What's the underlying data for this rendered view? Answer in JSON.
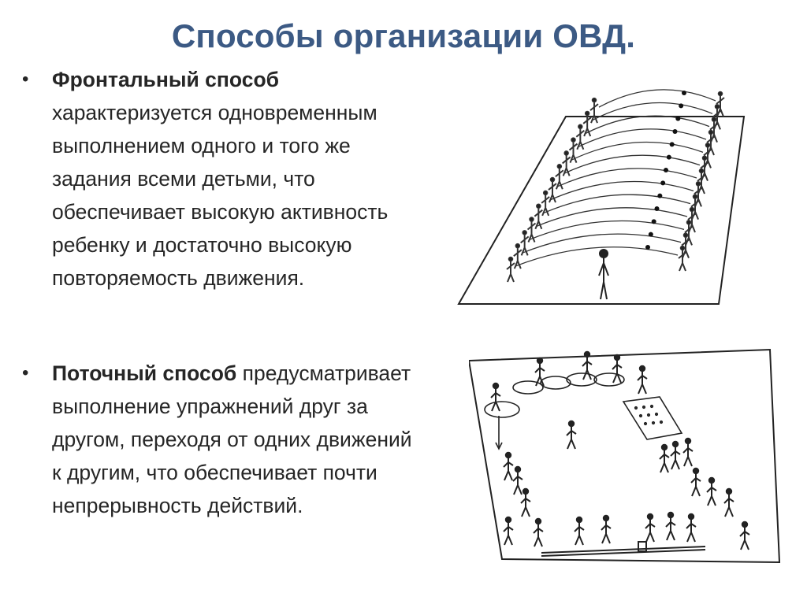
{
  "title": "Способы организации ОВД.",
  "bullet_glyph": "•",
  "frontal": {
    "heading": "Фронтальный способ",
    "lines": [
      "характеризуется одновременным",
      "выполнением одного и того же",
      "задания всеми детьми, что",
      "обеспечивает высокую активность",
      "ребенку и достаточно высокую",
      "повторяемость движения."
    ]
  },
  "stream": {
    "heading": "Поточный способ",
    "first_line_rest": " предусматривает",
    "lines": [
      "выполнение упражнений  друг за",
      "другом, переходя от одних движений",
      "к другим, что обеспечивает почти",
      "непрерывность действий."
    ]
  }
}
